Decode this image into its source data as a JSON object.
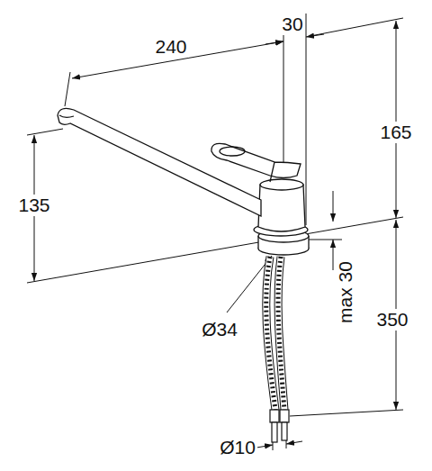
{
  "diagram": {
    "labels": [
      "240",
      "30",
      "165",
      "135",
      "Ø34",
      "max 30",
      "350",
      "Ø10"
    ]
  }
}
